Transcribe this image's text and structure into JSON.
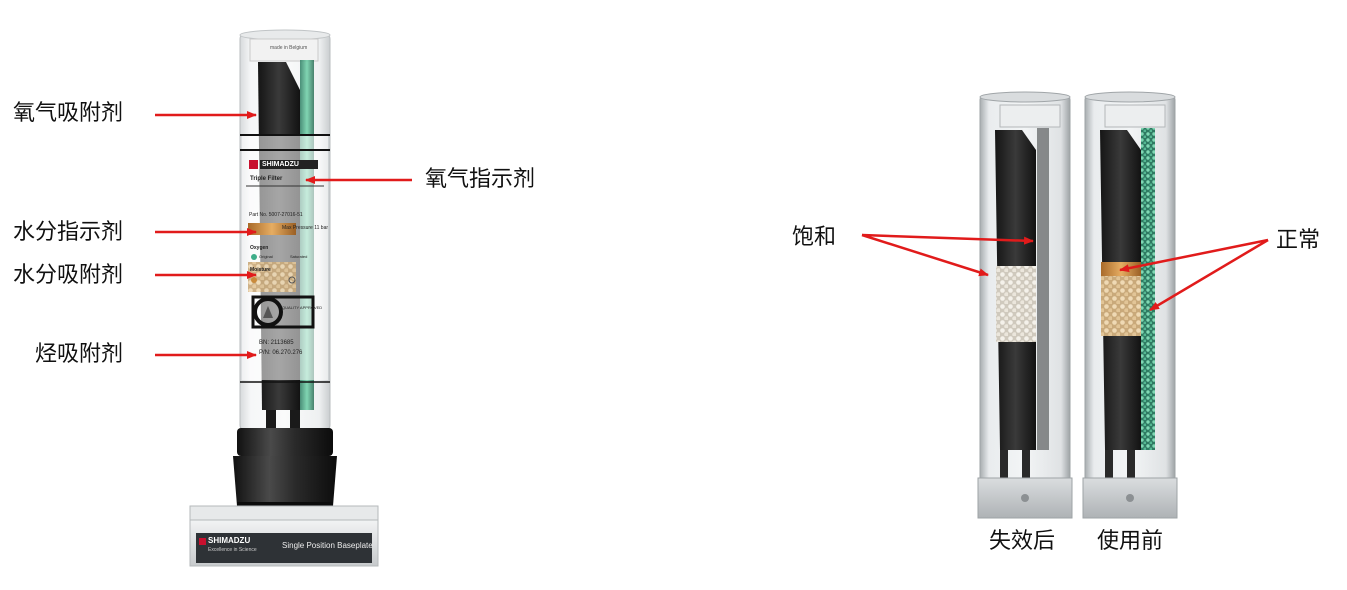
{
  "left_labels": {
    "oxygen_adsorbent": "氧气吸附剂",
    "oxygen_indicator": "氧气指示剂",
    "moisture_indicator": "水分指示剂",
    "moisture_adsorbent": "水分吸附剂",
    "hydrocarbon_adsorbent": "烃吸附剂"
  },
  "right_labels": {
    "saturated": "饱和",
    "normal": "正常",
    "after_failure": "失效后",
    "before_use": "使用前"
  },
  "product": {
    "brand": "SHIMADZU",
    "tagline": "Excellence in Science",
    "baseplate": "Single Position Baseplate",
    "made_in": "made in Belgium",
    "filter_name": "Triple Filter",
    "part_no": "Part No.   5007-27016-51",
    "pressure": "Max Pressure 11 bar",
    "oxygen": "Oxygen",
    "moisture": "Moisture",
    "original": "Original",
    "saturated": "Saturated",
    "quality": "QUALITY APPROVED",
    "bn": "BN: 2113685",
    "pn": "P/N: 06.270.276"
  },
  "colors": {
    "arrow": "#e11b1b",
    "brand_red": "#c8102e",
    "oxygen_indicator": "#3fae8a",
    "moisture_indicator": "#c98a3c"
  }
}
